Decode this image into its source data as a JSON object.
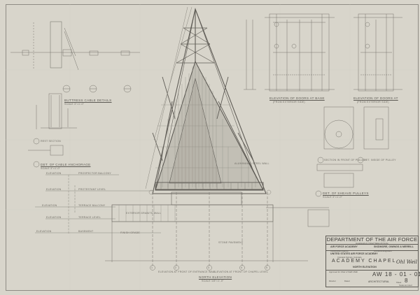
{
  "sheet": {
    "paper_color": "#d8d5cb",
    "line_color": "#6b6862",
    "main_view_title": "North Elevation",
    "main_view_scale": "Scale 1/8\"=1'-0\""
  },
  "title_block": {
    "department": "DEPARTMENT OF THE AIR FORCE",
    "department_sub": "Headquarters United States Air Force",
    "agency_left": "AIR FORCE ACADEMY",
    "agency_left_sub": "Construction Agency",
    "architect": "SKIDMORE, OWINGS & MERRILL",
    "architect_sub": "Architects-Engineers",
    "institution": "UNITED STATES AIR FORCE ACADEMY",
    "institution_sub": "Colorado Springs, Colorado",
    "project": "ACADEMY CHAPEL",
    "view": "NORTH ELEVATION",
    "approval_text": "Approved for Chief of Staff USAF",
    "director_label": "Director",
    "dated_label": "Dated",
    "drawing_number": "AW 18 - 01 - 01",
    "discipline": "ARCHITECTURAL",
    "sheet_label": "Sheet",
    "sheet_number": "8",
    "scale_note": "Scale as noted",
    "signature": "Ohl Weil"
  },
  "details": [
    {
      "id": "detail-1",
      "title": "Buttress Cable Details",
      "scale": "Scale 3\"=1'-0\""
    },
    {
      "id": "detail-2",
      "title": "Det. of Cable Anchorage",
      "scale": "Scale 3\"=1'-0\""
    },
    {
      "id": "detail-3",
      "title": "Elevation of Doors at Base",
      "scale": "(From Exterior Side)"
    },
    {
      "id": "detail-4",
      "title": "Elevation of Doors at",
      "scale": "(From Exterior Side)"
    },
    {
      "id": "detail-5",
      "title": "Det. of Sheave Pulleys",
      "scale": "Scale 3\"=1'-0\""
    },
    {
      "id": "detail-6",
      "title": "Section in Front of Pulley",
      "scale": ""
    },
    {
      "id": "detail-7",
      "title": "Det. Inside of Pulley",
      "scale": ""
    },
    {
      "id": "detail-8",
      "title": "Rest Section",
      "scale": ""
    }
  ],
  "levels": [
    {
      "label": "Elevation",
      "note": "Prospector Balcony"
    },
    {
      "label": "Elevation",
      "note": "Protestant Level"
    },
    {
      "label": "Elevation",
      "note": "Terrace Balcony"
    },
    {
      "label": "Elevation",
      "note": "Terrace Level"
    },
    {
      "label": "Elevation",
      "note": "Basement"
    }
  ],
  "grid_bubbles": [
    "1",
    "2",
    "3",
    "4",
    "5"
  ],
  "annotations": {
    "curtain_wall": "Aluminum & Steel Wall",
    "exterior_wall": "Exterior Granite Wall",
    "finish_grade": "Finish Grade",
    "left_dim_note": "Elevation at Front of Entrance Wall",
    "right_dim_note": "Elevation at Front of Chapel Level",
    "foot_note": "Stone Pavement"
  }
}
